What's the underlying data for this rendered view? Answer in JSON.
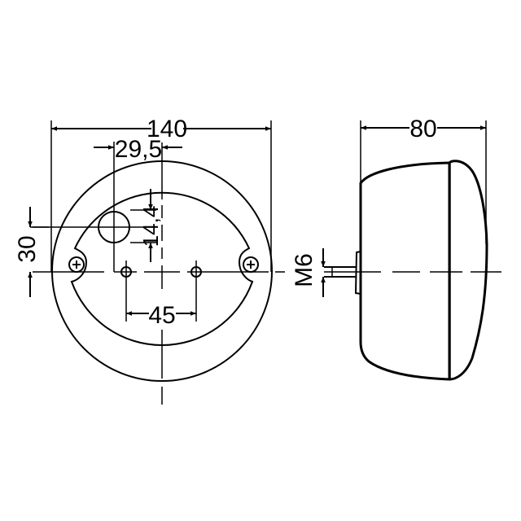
{
  "drawing": {
    "front_view": {
      "dimensions": {
        "overall_diameter": "140",
        "hole_offset": "29,5",
        "hole_diameter": "14,4",
        "vertical_offset": "30",
        "hole_spacing": "45"
      }
    },
    "side_view": {
      "dimensions": {
        "depth": "80",
        "thread": "M6"
      }
    },
    "colors": {
      "line": "#000000",
      "background": "#ffffff"
    }
  }
}
